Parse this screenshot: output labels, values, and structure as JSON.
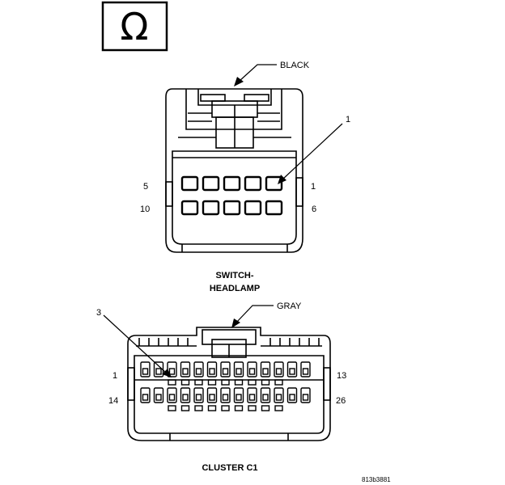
{
  "symbol": {
    "icon": "ohm-symbol-icon",
    "glyph": "Ω"
  },
  "top_connector": {
    "color_label": "BLACK",
    "callout_number": "1",
    "pin_labels": {
      "top_left": "5",
      "top_right": "1",
      "bottom_left": "10",
      "bottom_right": "6"
    },
    "name_line1": "SWITCH-",
    "name_line2": "HEADLAMP"
  },
  "bottom_connector": {
    "color_label": "GRAY",
    "callout_number": "3",
    "pin_labels": {
      "top_left": "1",
      "top_right": "13",
      "bottom_left": "14",
      "bottom_right": "26"
    },
    "name": "CLUSTER C1"
  },
  "figure_id": "813b3881"
}
